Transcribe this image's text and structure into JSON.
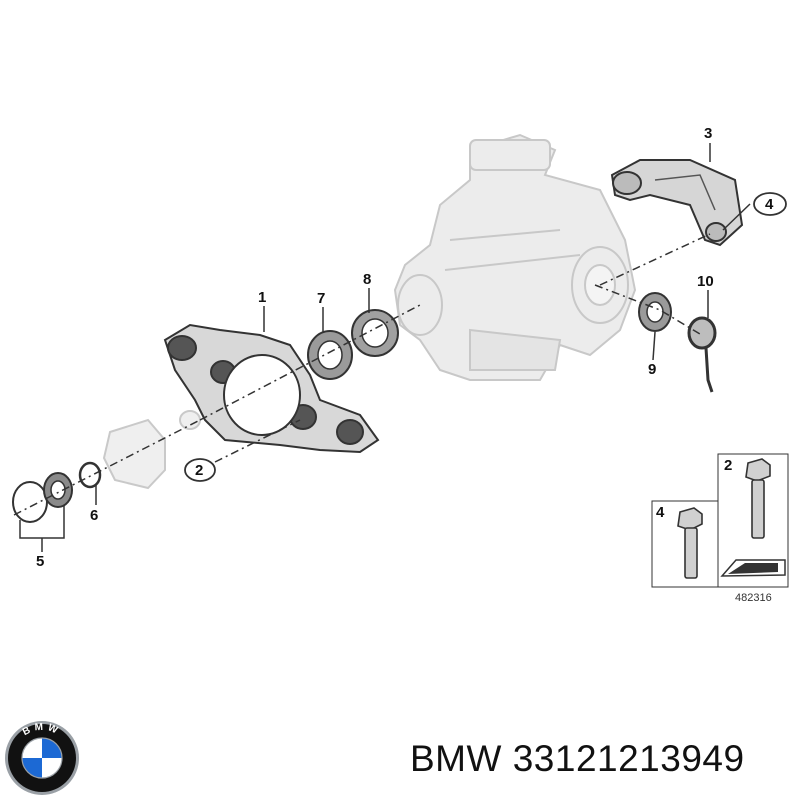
{
  "diagram": {
    "callouts": {
      "c1": "1",
      "c2": "2",
      "c3": "3",
      "c4": "4",
      "c5": "5",
      "c6": "6",
      "c7": "7",
      "c8": "8",
      "c9": "9",
      "c10": "10"
    },
    "inset": {
      "bolt_a_label": "4",
      "bolt_b_label": "2"
    },
    "reference_number": "482316"
  },
  "caption": {
    "brand": "BMW",
    "part_number": "33121213949"
  },
  "logo": {
    "letters": "BMW",
    "colors": {
      "blue": "#1c69d4",
      "white": "#ffffff",
      "ring": "#111111",
      "chrome": "#9aa0a6"
    }
  },
  "colors": {
    "outline": "#333333",
    "part_fill": "#dcdcdc",
    "ghost": "#e6e6e6"
  }
}
